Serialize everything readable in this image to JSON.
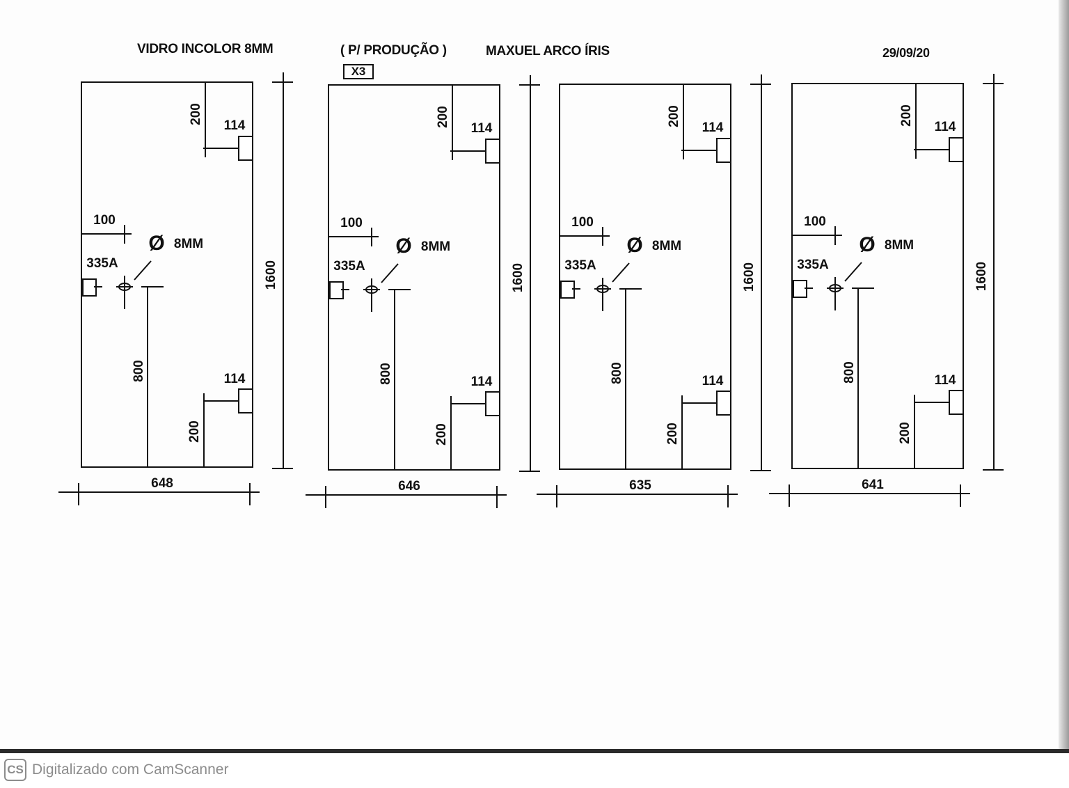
{
  "header": {
    "material": "VIDRO INCOLOR 8MM",
    "purpose": "( P/ PRODUÇÃO )",
    "client": "MAXUEL ARCO ÍRIS",
    "date": "29/09/20",
    "quantity": "X3"
  },
  "common_labels": {
    "height": "1600",
    "hinge_offset": "200",
    "hinge_size": "114",
    "edge_distance": "100",
    "hole": "8MM",
    "hole_symbol": "Ø",
    "lock_ref": "335A",
    "lock_height": "800"
  },
  "panels": [
    {
      "width": "648"
    },
    {
      "width": "646"
    },
    {
      "width": "635"
    },
    {
      "width": "641"
    }
  ],
  "footer": {
    "logo": "CS",
    "text": "Digitalizado com CamScanner"
  }
}
